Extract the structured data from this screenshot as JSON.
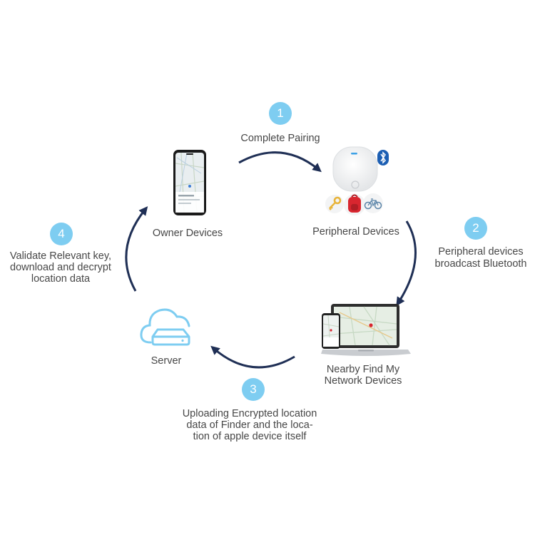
{
  "steps": [
    {
      "number": "1",
      "text": "Complete Pairing"
    },
    {
      "number": "2",
      "text": "Peripheral devices\nbroadcast Bluetooth"
    },
    {
      "number": "3",
      "text": "Uploading Encrypted location\ndata of Finder and the loca-\ntion of apple device itself"
    },
    {
      "number": "4",
      "text": "Validate Relevant key,\ndownload and decrypt\nlocation data"
    }
  ],
  "nodes": {
    "owner": "Owner Devices",
    "peripheral": "Peripheral Devices",
    "nearby": "Nearby Find My\nNetwork Devices",
    "server": "Server"
  },
  "colors": {
    "arrow": "#1f2f55",
    "badge": "#7ecdf1",
    "cloud": "#7ecdf1",
    "bluetooth": "#1d5fb3",
    "backpack": "#d8262f",
    "key": "#e8b43a"
  }
}
